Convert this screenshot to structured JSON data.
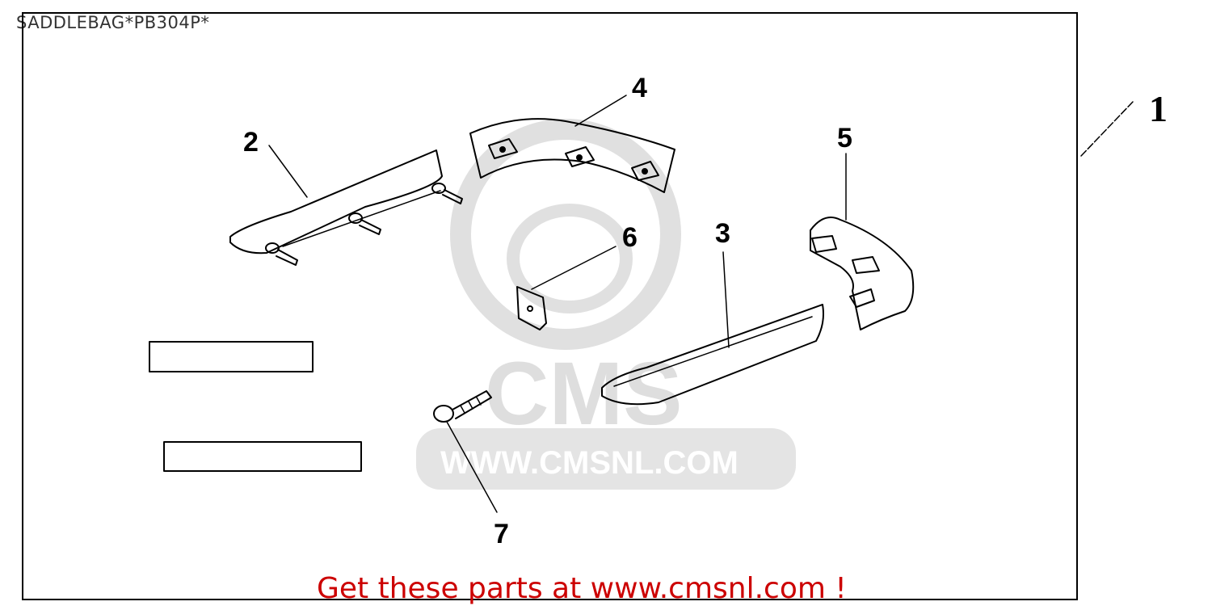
{
  "header": {
    "title": "SADDLEBAG*PB304P*"
  },
  "watermark": {
    "logo_text": "CMS",
    "url_text": "WWW.CMSNL.COM"
  },
  "callouts": {
    "item1": "1",
    "item2": "2",
    "item3": "3",
    "item4": "4",
    "item5": "5",
    "item6": "6",
    "item7": "7"
  },
  "footer": {
    "text": "Get these parts at www.cmsnl.com !"
  },
  "colors": {
    "footer_text": "#cc0000",
    "watermark": "#d9d9d9",
    "line_art": "#000000"
  }
}
